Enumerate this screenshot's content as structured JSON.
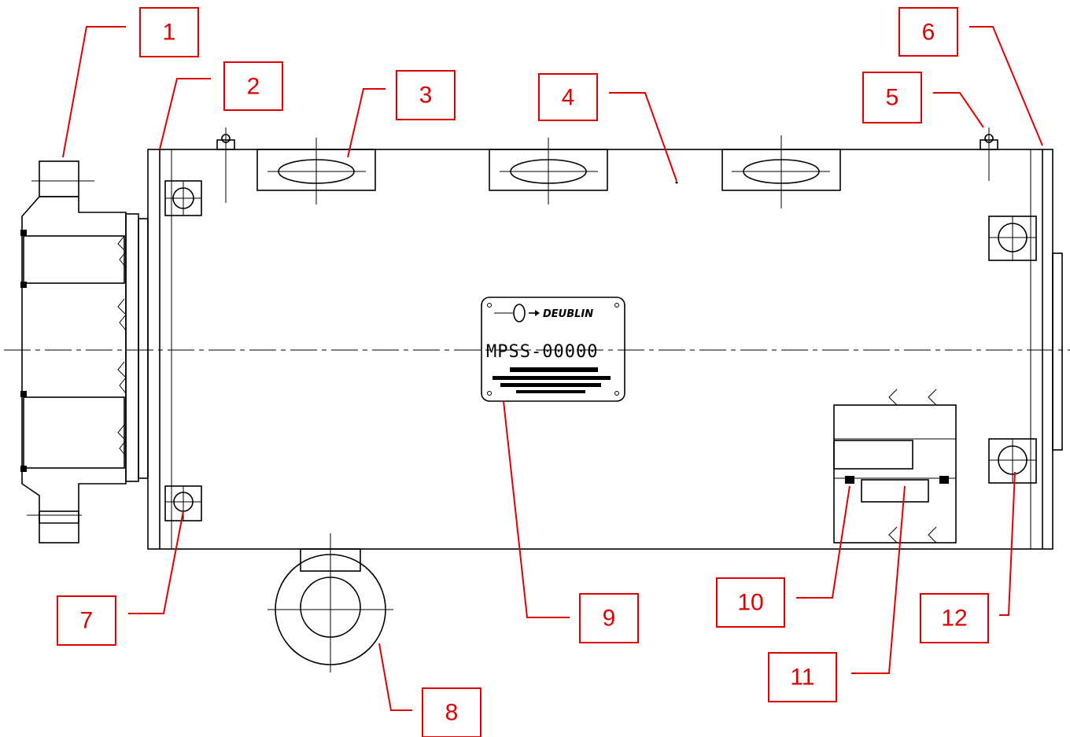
{
  "callouts": [
    {
      "id": "1",
      "label": "1"
    },
    {
      "id": "2",
      "label": "2"
    },
    {
      "id": "3",
      "label": "3"
    },
    {
      "id": "4",
      "label": "4"
    },
    {
      "id": "5",
      "label": "5"
    },
    {
      "id": "6",
      "label": "6"
    },
    {
      "id": "7",
      "label": "7"
    },
    {
      "id": "8",
      "label": "8"
    },
    {
      "id": "9",
      "label": "9"
    },
    {
      "id": "10",
      "label": "10"
    },
    {
      "id": "11",
      "label": "11"
    },
    {
      "id": "12",
      "label": "12"
    }
  ],
  "nameplate": {
    "brand": "DEUBLIN",
    "model": "MPSS-00000"
  },
  "colors": {
    "callout": "#e00000",
    "linework": "#000000",
    "background": "#ffffff"
  }
}
